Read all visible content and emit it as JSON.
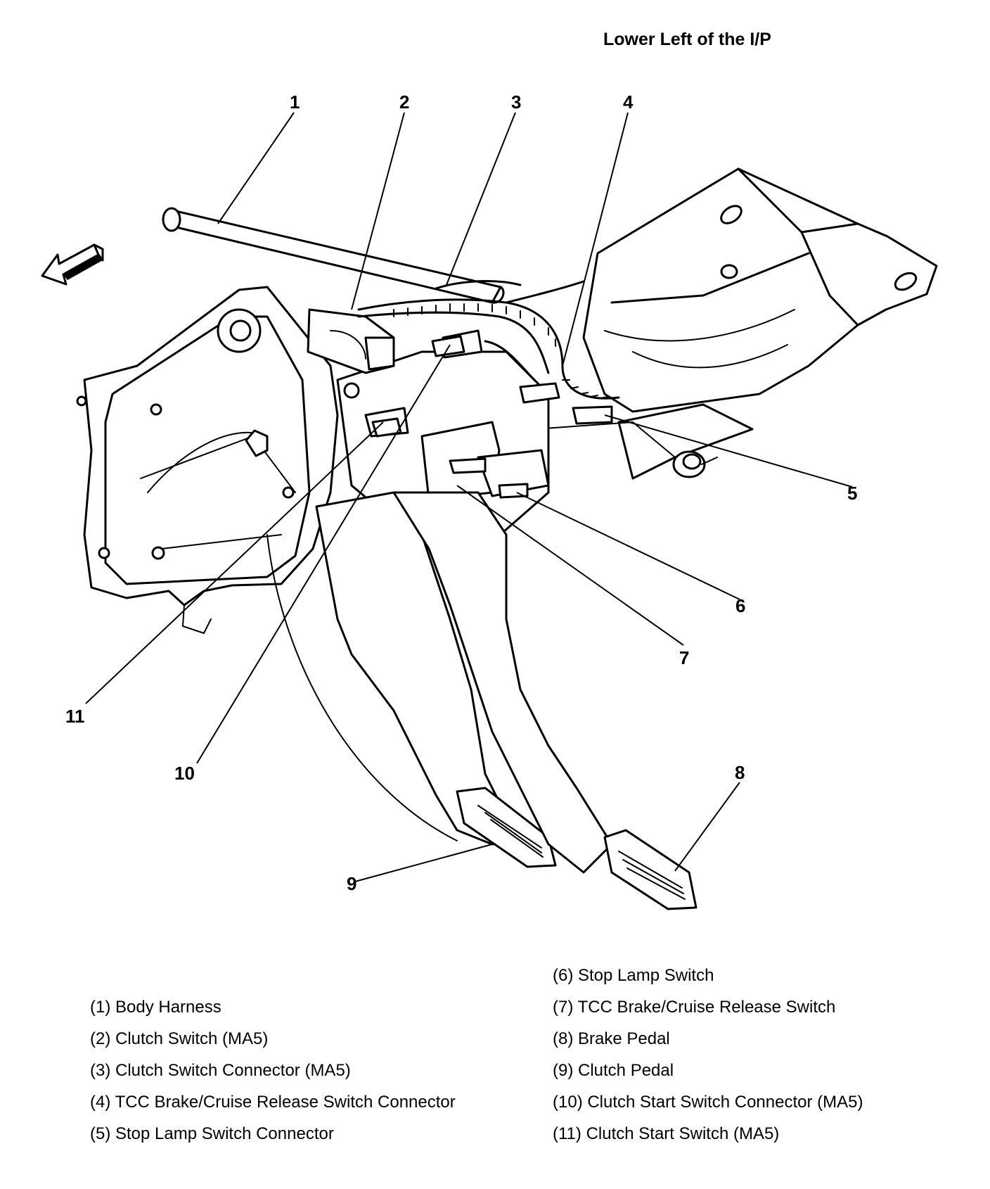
{
  "title": "Lower Left of the I/P",
  "callouts": [
    "1",
    "2",
    "3",
    "4",
    "5",
    "6",
    "7",
    "8",
    "9",
    "10",
    "11"
  ],
  "legend": {
    "left": [
      "(1) Body Harness",
      "(2) Clutch Switch (MA5)",
      "(3) Clutch Switch Connector (MA5)",
      "(4) TCC Brake/Cruise Release Switch Connector",
      "(5) Stop Lamp Switch Connector"
    ],
    "right": [
      "(6) Stop Lamp Switch",
      "(7) TCC Brake/Cruise Release Switch",
      "(8) Brake Pedal",
      "(9) Clutch Pedal",
      "(10) Clutch Start Switch Connector (MA5)",
      "(11) Clutch Start Switch (MA5)"
    ]
  },
  "icons": [
    "front-direction-arrow-icon"
  ]
}
